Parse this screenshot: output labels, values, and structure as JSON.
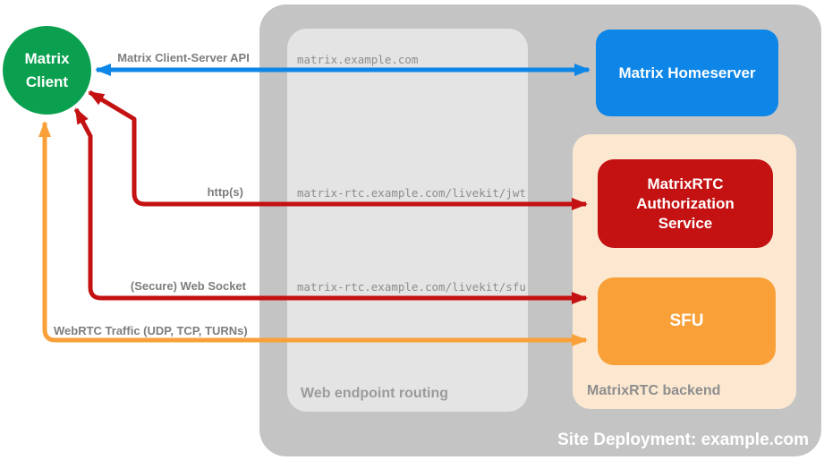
{
  "diagram": {
    "title": "Site Deployment: example.com",
    "client": {
      "line1": "Matrix",
      "line2": "Client"
    },
    "homeserver": {
      "label": "Matrix Homeserver"
    },
    "auth_service": {
      "line1": "MatrixRTC",
      "line2": "Authorization",
      "line3": "Service"
    },
    "sfu": {
      "label": "SFU"
    },
    "routing": {
      "label": "Web endpoint routing",
      "endpoint_homeserver": "matrix.example.com",
      "endpoint_jwt": "matrix-rtc.example.com/livekit/jwt",
      "endpoint_sfu": "matrix-rtc.example.com/livekit/sfu"
    },
    "backend": {
      "label": "MatrixRTC backend"
    },
    "connections": {
      "client_server_api": "Matrix Client-Server API",
      "https": "http(s)",
      "websocket": "(Secure) Web Socket",
      "webrtc": "WebRTC Traffic (UDP, TCP, TURNs)"
    },
    "colors": {
      "client_green": "#0aa04f",
      "homeserver_blue": "#0d86e8",
      "auth_red": "#c41112",
      "sfu_orange": "#f9a138",
      "container_gray": "#c4c4c4",
      "routing_gray": "#e4e4e4",
      "backend_peach": "#fce8d1",
      "label_gray": "#7d7d7d",
      "endpoint_gray": "#8d8d8d",
      "title_white": "#ffffff"
    }
  }
}
